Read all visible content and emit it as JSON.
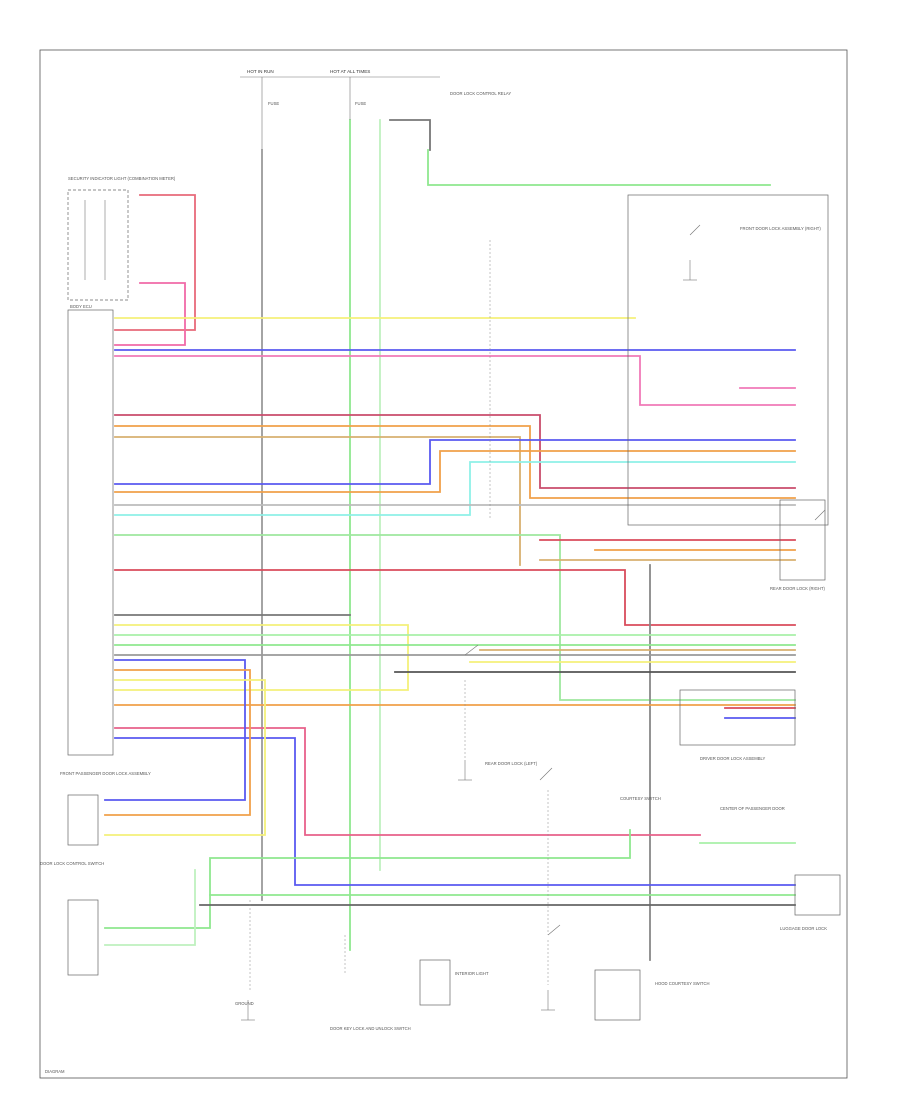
{
  "top_labels": {
    "hot_run_1": "HOT IN RUN",
    "hot_run_2": "HOT AT ALL TIMES",
    "fuse_left": "FUSE",
    "fuse_mid": "FUSE",
    "relay_note": "DOOR LOCK CONTROL RELAY"
  },
  "components": {
    "security_indicator": "SECURITY INDICATOR LIGHT (COMBINATION METER)",
    "body_ecu": "BODY ECU",
    "front_pass_door": "FRONT PASSENGER DOOR LOCK ASSEMBLY",
    "door_lock_switch": "DOOR LOCK CONTROL SWITCH",
    "rear_left_door": "REAR DOOR LOCK (LEFT)",
    "rear_right_door": "REAR DOOR LOCK (RIGHT)",
    "hood_courtesy": "HOOD COURTESY SWITCH",
    "luggage_door": "LUGGAGE DOOR LOCK",
    "driver_door": "DRIVER DOOR LOCK ASSEMBLY",
    "door_key": "DOOR KEY LOCK AND UNLOCK SWITCH",
    "front_right_door": "FRONT DOOR LOCK ASSEMBLY (RIGHT)",
    "center_pass_door": "CENTER OF PASSENGER DOOR",
    "courtesy_switch": "COURTESY SWITCH",
    "interior_light": "INTERIOR LIGHT",
    "ground": "GROUND"
  },
  "page_note": "DIAGRAM",
  "colors": {
    "green": "#7fe27f",
    "yellow": "#f4f07a",
    "pink": "#f07aa8",
    "blue": "#5a5af0",
    "red": "#d94c5c",
    "orange": "#f0a04a",
    "tan": "#d8b070",
    "gray": "#9a9a9a",
    "black": "#444444",
    "cyan": "#8ff0e8",
    "violet": "#c07ae0",
    "lightgreen": "#a8f0a8"
  }
}
